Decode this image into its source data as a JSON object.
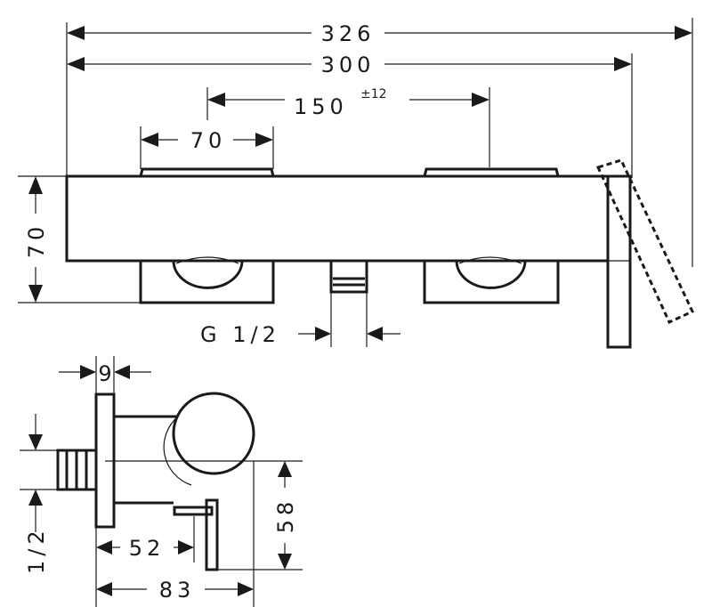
{
  "front_view": {
    "dim_overall_with_lever": "326",
    "dim_overall_body": "300",
    "dim_centers": "150",
    "dim_centers_tolerance": "±12",
    "dim_handle_width": "70",
    "dim_height": "70",
    "dim_outlet_thread": "G 1/2"
  },
  "side_view": {
    "dim_plate": "9",
    "dim_to_outlet": "52",
    "dim_depth": "83",
    "dim_lever_height": "58",
    "dim_inlet_thread": "1/2"
  },
  "colors": {
    "line": "#1a1a1a",
    "background": "#ffffff"
  }
}
